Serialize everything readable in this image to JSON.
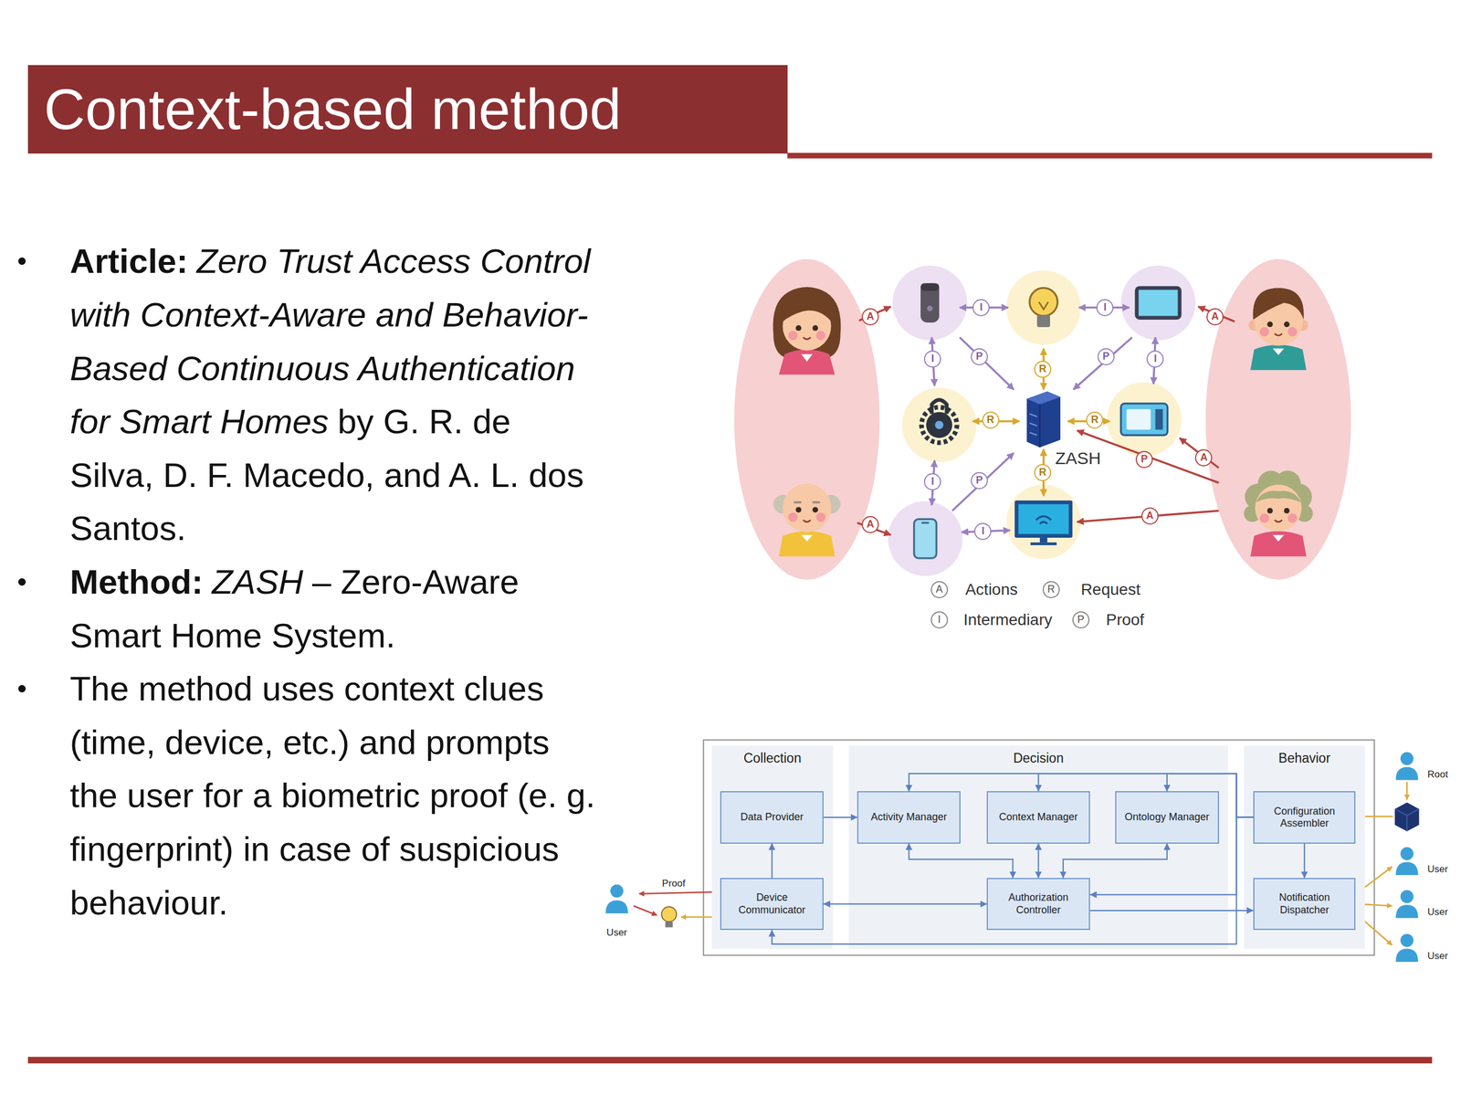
{
  "diagram": {
    "title": "Context-based method",
    "nodes": [
      {
        "text": [
          "Collection"
        ]
      },
      {
        "text": [
          "Data Provider"
        ],
        "in": 0
      },
      {
        "text": [
          "Device Communicator"
        ],
        "in": 0
      },
      {
        "text": [
          "Decision"
        ]
      },
      {
        "text": [
          "Activity Manager"
        ],
        "in": 3
      },
      {
        "text": [
          "Context Manager"
        ],
        "in": 3
      },
      {
        "text": [
          "Ontology Manager"
        ],
        "in": 3
      },
      {
        "text": [
          "Authorization Controller"
        ],
        "in": 3
      },
      {
        "text": [
          "Behavior"
        ]
      },
      {
        "text": [
          "Configuration Assembler"
        ],
        "in": 8
      },
      {
        "text": [
          "Notification Dispatcher"
        ],
        "in": 8
      }
    ],
    "edges": [
      {
        "from": 2,
        "to": 1,
        "arrow": "to"
      },
      {
        "from": 1,
        "to": 4,
        "arrow": "to"
      },
      {
        "from": 9,
        "to": 4,
        "arrow": "to"
      },
      {
        "from": 9,
        "to": 5,
        "arrow": "to"
      },
      {
        "from": 9,
        "to": 6,
        "arrow": "to"
      },
      {
        "from": 4,
        "to": 7,
        "arrow": "both"
      },
      {
        "from": 5,
        "to": 7,
        "arrow": "both"
      },
      {
        "from": 6,
        "to": 7,
        "arrow": "both"
      },
      {
        "from": 2,
        "to": 7,
        "arrow": "both"
      },
      {
        "from": 9,
        "to": 7,
        "arrow": "to"
      },
      {
        "from": 7,
        "to": 10,
        "arrow": "to"
      },
      {
        "from": 9,
        "to": 2,
        "arrow": "to"
      },
      {
        "from": 9,
        "to": 10,
        "arrow": "to"
      }
    ],
    "labels": [
      "Article:",
      "Zero Trust Access Control with Context-Aware and Behavior-Based Continuous Authentication for Smart Homes",
      "by G. R. de Silva, D. F. Macedo, and A. L. dos Santos.",
      "Method:",
      "ZASH",
      "– Zero-Aware Smart Home System.",
      "The method uses context clues (time, device, etc.) and prompts the user for a biometric proof (e. g. fingerprint) in case of suspicious behaviour.",
      "A",
      "I",
      "I",
      "A",
      "I",
      "P",
      "R",
      "P",
      "I",
      "R",
      "R",
      "A",
      "P",
      "R",
      "I",
      "P",
      "A",
      "I",
      "A",
      "ZASH",
      "A",
      "R",
      "I",
      "P",
      "Proof",
      "User",
      "Root",
      "User",
      "User",
      "User"
    ],
    "legend": [
      {
        "text": "Actions"
      },
      {
        "text": "Request"
      },
      {
        "text": "Intermediary"
      },
      {
        "text": "Proof"
      }
    ]
  }
}
